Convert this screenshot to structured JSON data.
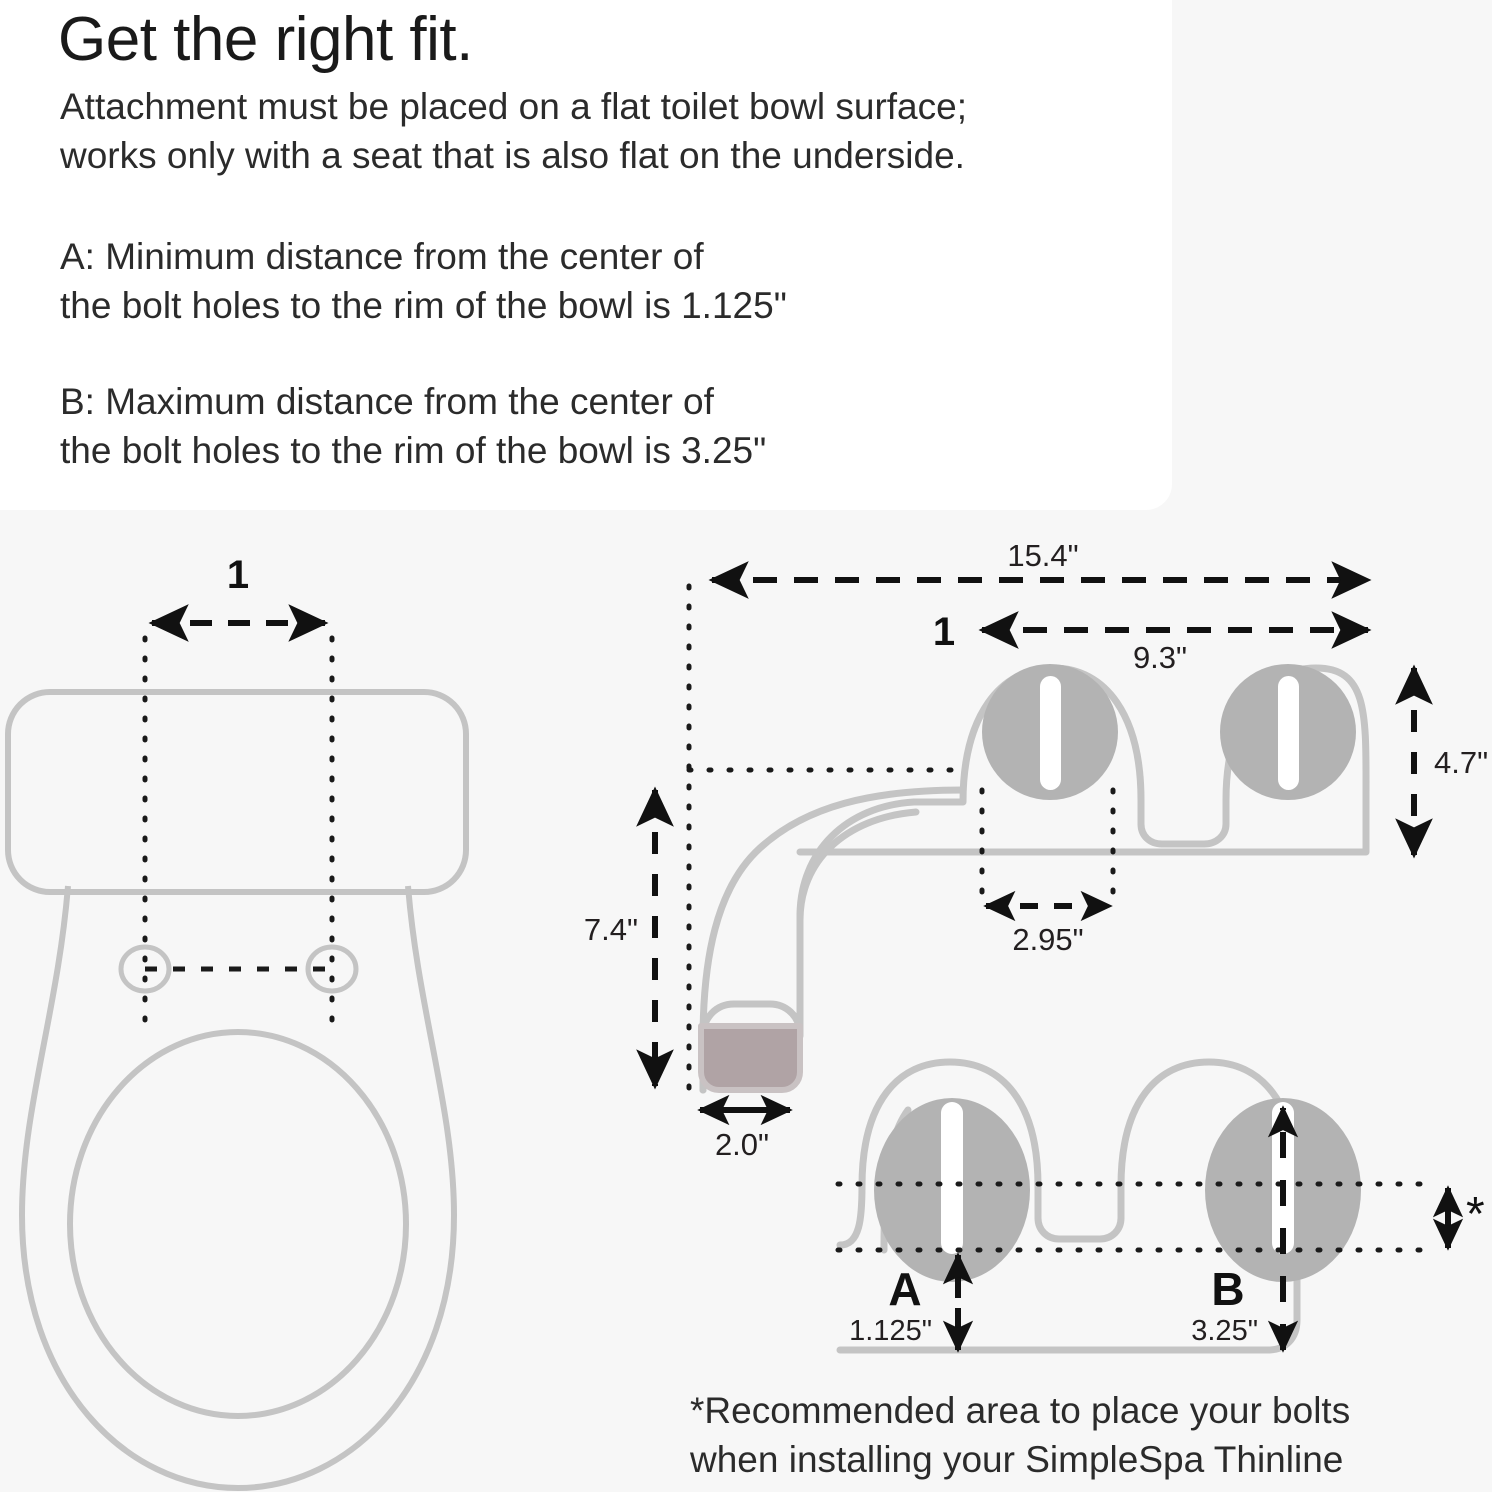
{
  "header": {
    "title": "Get the right fit.",
    "intro": "Attachment must be placed on a flat toilet bowl surface;\nworks only with a seat that is also flat on the underside.",
    "note_a": "A: Minimum distance from the center of\nthe bolt holes to the rim of the bowl is 1.125\"",
    "note_b": "B: Maximum distance from the center of\nthe bolt holes to the rim of the bowl is 3.25\""
  },
  "footnote": "*Recommended area to place your bolts\nwhen installing your SimpleSpa Thinline",
  "toilet_diagram": {
    "name": "toilet-top-view",
    "bolt_span_label": "1"
  },
  "attachment_top_view": {
    "name": "bidet-attachment-top-view",
    "overall_width_label": "15.4\"",
    "bolt_span_label": "1",
    "bolt_span_value": "9.3\"",
    "body_depth_label": "4.7\"",
    "hose_drop_label": "7.4\"",
    "nozzle_width_label": "2.0\"",
    "slot_span_label": "2.95\""
  },
  "attachment_detail_view": {
    "name": "bidet-bolt-slot-detail",
    "marker_a": "A",
    "marker_a_value": "1.125\"",
    "marker_b": "B",
    "marker_b_value": "3.25\"",
    "zone_marker": "*"
  },
  "colors": {
    "page_background": "#f7f7f7",
    "card_background": "#ffffff",
    "body_outline": "#c4c4c4",
    "knob_fill": "#b3b3b3",
    "slot_fill": "#ffffff",
    "nozzle_tip": "#b0a3a5",
    "dimension_ink": "#111111",
    "text_ink": "#2b2b2b"
  }
}
